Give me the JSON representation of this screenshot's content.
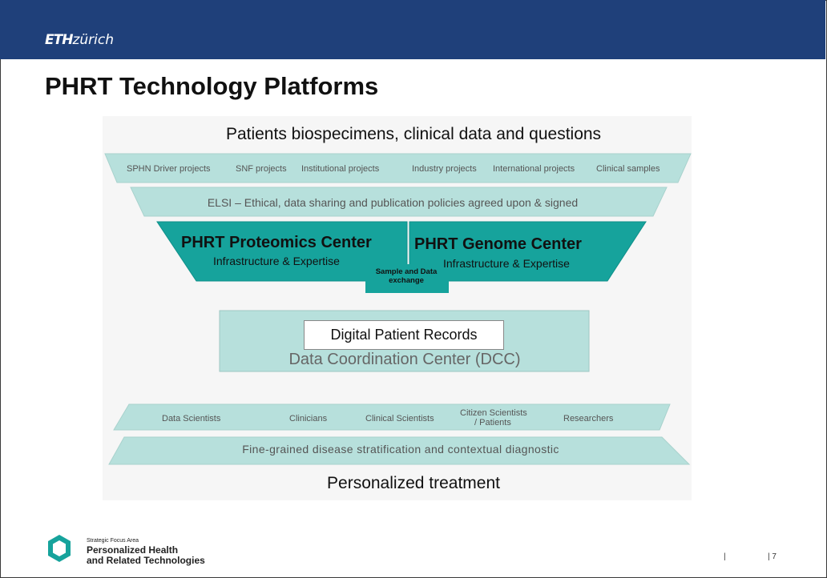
{
  "header": {
    "logo_bold": "ETH",
    "logo_rest": "zürich"
  },
  "slide": {
    "title": "PHRT Technology Platforms"
  },
  "diagram": {
    "top_heading": "Patients biospecimens, clinical data and questions",
    "projects": [
      "SPHN Driver projects",
      "SNF projects",
      "Institutional projects",
      "Industry projects",
      "International  projects",
      "Clinical samples"
    ],
    "elsi": "ELSI – Ethical, data sharing and publication policies agreed upon & signed",
    "proteomics": {
      "title": "PHRT Proteomics Center",
      "subtitle": "Infrastructure & Expertise"
    },
    "genome": {
      "title": "PHRT Genome Center",
      "subtitle": "Infrastructure & Expertise"
    },
    "exchange_line1": "Sample and Data",
    "exchange_line2": "exchange",
    "dpr": "Digital Patient Records",
    "dcc": "Data Coordination Center (DCC)",
    "users": [
      "Data Scientists",
      "Clinicians",
      "Clinical Scientists",
      "Citizen Scientists",
      "/ Patients",
      "Researchers"
    ],
    "fine_grained": "Fine-grained disease stratification and contextual diagnostic",
    "bottom_heading": "Personalized treatment",
    "colors": {
      "band": "#b7e0dc",
      "center": "#16a39c",
      "header": "#1f407a"
    }
  },
  "footer": {
    "small": "Strategic Focus Area",
    "line1": "Personalized Health",
    "line2": "and Related Technologies",
    "separator": "|",
    "page": "| 7"
  }
}
